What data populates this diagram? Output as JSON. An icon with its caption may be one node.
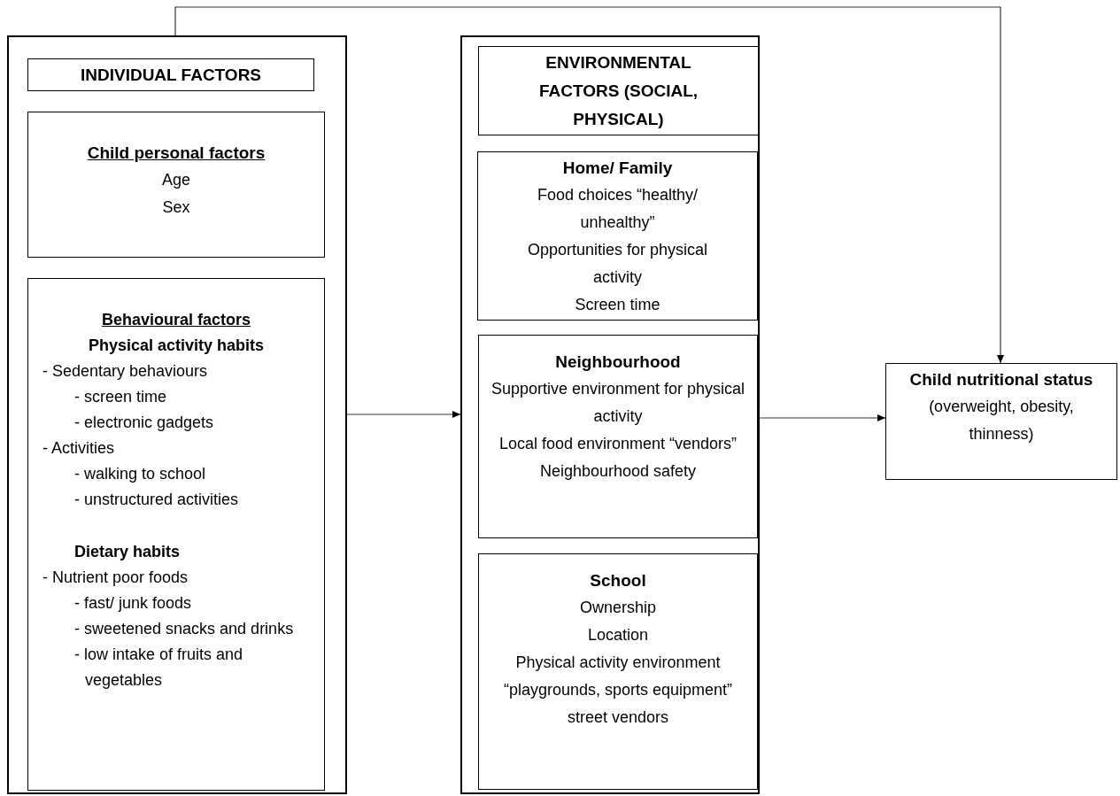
{
  "diagram": {
    "nodes": [
      {
        "text": [],
        "shape": "box"
      },
      {
        "text": [
          "INDIVIDUAL FACTORS"
        ],
        "in": 0
      },
      {
        "text": [
          "Child personal factors",
          "Age",
          "Sex"
        ],
        "in": 0
      },
      {
        "text": [
          "Behavioural factors",
          "Physical activity habits",
          "- Sedentary behaviours",
          "- screen time",
          "- electronic gadgets",
          "- Activities",
          "- walking to school",
          "- unstructured activities",
          "Dietary habits",
          "- Nutrient poor foods",
          "- fast/ junk foods",
          "- sweetened snacks and drinks",
          "- low intake of fruits and vegetables"
        ],
        "in": 0
      },
      {
        "text": [],
        "shape": "box"
      },
      {
        "text": [
          "ENVIRONMENTAL FACTORS (SOCIAL, PHYSICAL)"
        ],
        "in": 4
      },
      {
        "text": [
          "Home/ Family",
          "Food choices  “healthy/ unhealthy”",
          "Opportunities for physical activity",
          "Screen time"
        ],
        "in": 4
      },
      {
        "text": [
          "Neighbourhood",
          "Supportive environment for physical activity",
          "Local food environment “vendors”",
          "Neighbourhood safety"
        ],
        "in": 4
      },
      {
        "text": [
          "School",
          "Ownership",
          "Location",
          "Physical activity environment",
          "“playgrounds, sports equipment”",
          "street vendors"
        ],
        "in": 4
      },
      {
        "text": [
          "Child nutritional status",
          "(overweight, obesity, thinness)"
        ]
      }
    ],
    "edges": [
      {
        "from": 0,
        "to": 4,
        "arrow": "to"
      },
      {
        "from": 4,
        "to": 9,
        "arrow": "to"
      },
      {
        "from": 0,
        "to": 9,
        "arrow": "to"
      }
    ]
  }
}
